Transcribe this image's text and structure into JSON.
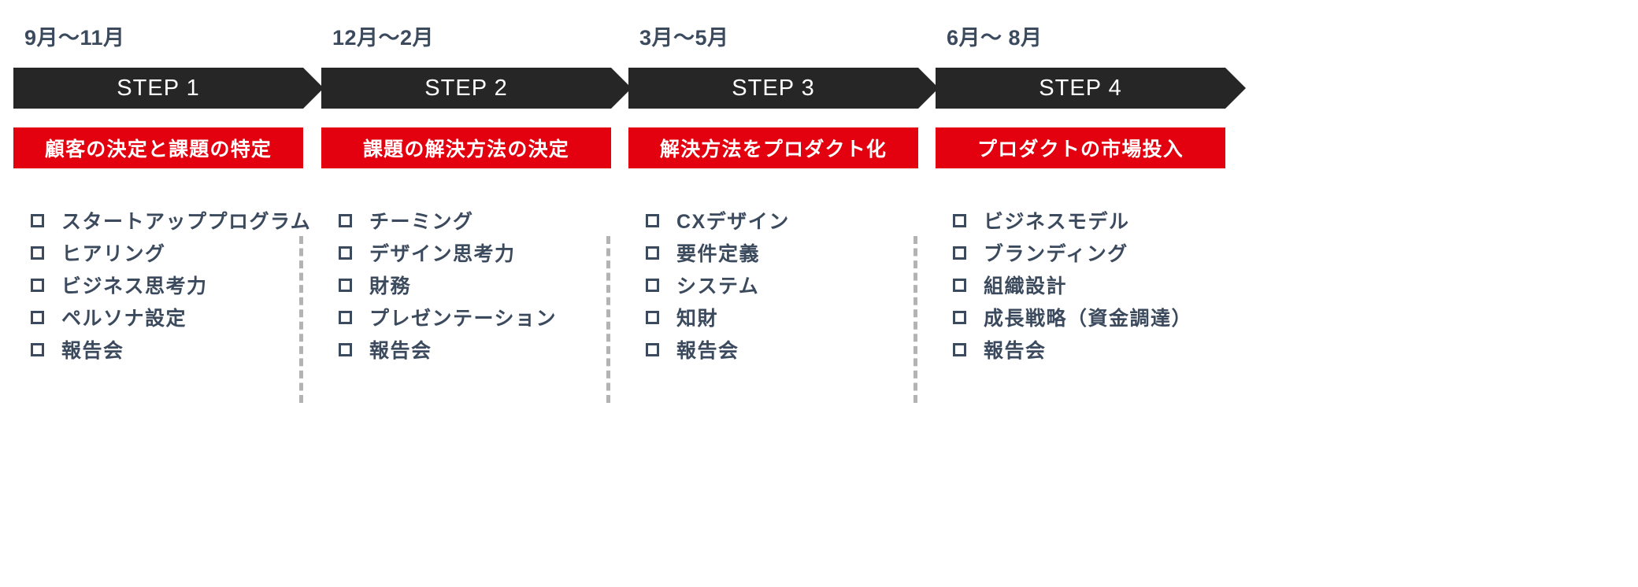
{
  "palette": {
    "background": "#ffffff",
    "arrow": "#262626",
    "banner": "#E3000F",
    "text_dark": "#3c4a5e",
    "text_light": "#ffffff",
    "divider": "#b3b3b3"
  },
  "columns": [
    {
      "period": "9月～11月",
      "step": "STEP 1",
      "banner": "顧客の決定と課題の特定",
      "items": [
        "スタートアッププログラム",
        "ヒアリング",
        "ビジネス思考力",
        "ペルソナ設定",
        "報告会"
      ]
    },
    {
      "period": "12月～2月",
      "step": "STEP 2",
      "banner": "課題の解決方法の決定",
      "items": [
        "チーミング",
        "デザイン思考力",
        "財務",
        "プレゼンテーション",
        "報告会"
      ]
    },
    {
      "period": "3月～5月",
      "step": "STEP 3",
      "banner": "解決方法をプロダクト化",
      "items": [
        "CXデザイン",
        "要件定義",
        "システム",
        "知財",
        "報告会"
      ]
    },
    {
      "period": "6月～ 8月",
      "step": "STEP 4",
      "banner": "プロダクトの市場投入",
      "items": [
        "ビジネスモデル",
        "ブランディング",
        "組織設計",
        "成長戦略（資金調達）",
        "報告会"
      ]
    }
  ]
}
